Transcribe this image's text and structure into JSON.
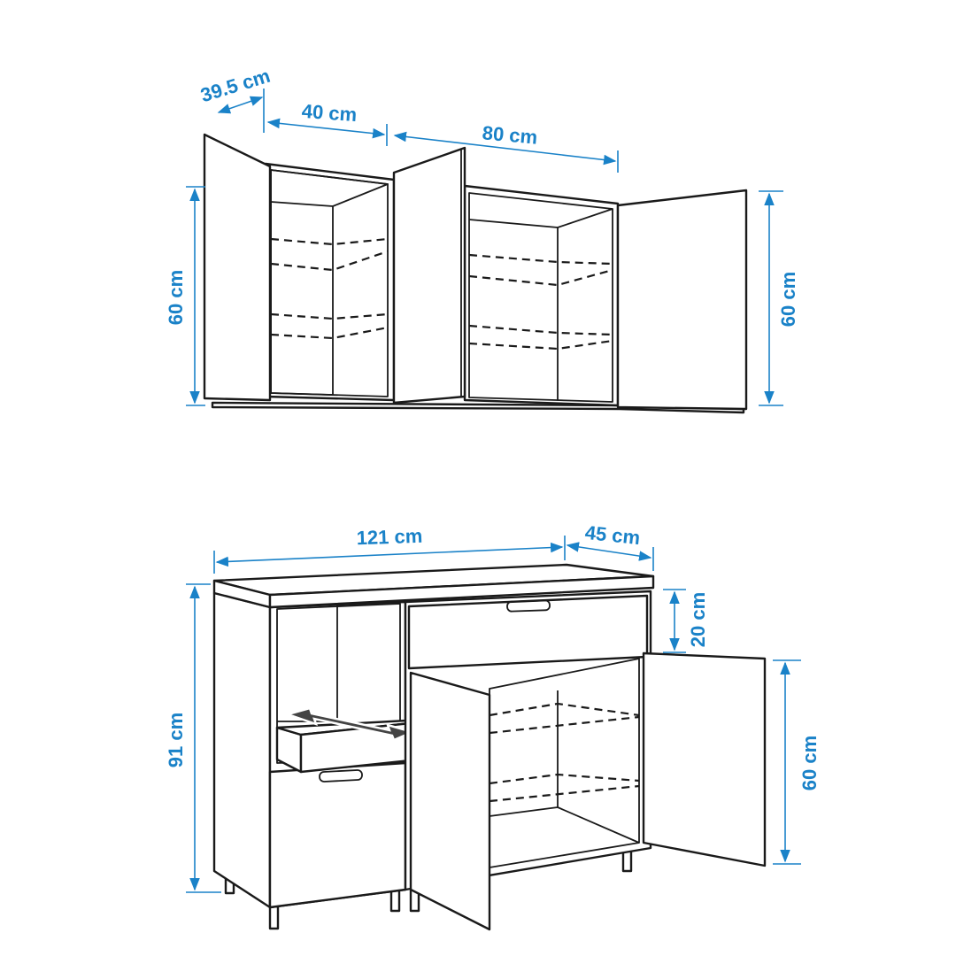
{
  "colors": {
    "dimension": "#1a82c8",
    "line": "#1a1a1a",
    "background": "#ffffff"
  },
  "wall_cabinets": {
    "depth_label": "39.5 cm",
    "width_small_label": "40 cm",
    "width_large_label": "80 cm",
    "height_left_label": "60 cm",
    "height_right_label": "60 cm"
  },
  "base_cabinets": {
    "total_width_label": "121 cm",
    "depth_label": "45 cm",
    "height_label": "91 cm",
    "drawer_height_label": "20 cm",
    "door_height_label": "60 cm"
  }
}
